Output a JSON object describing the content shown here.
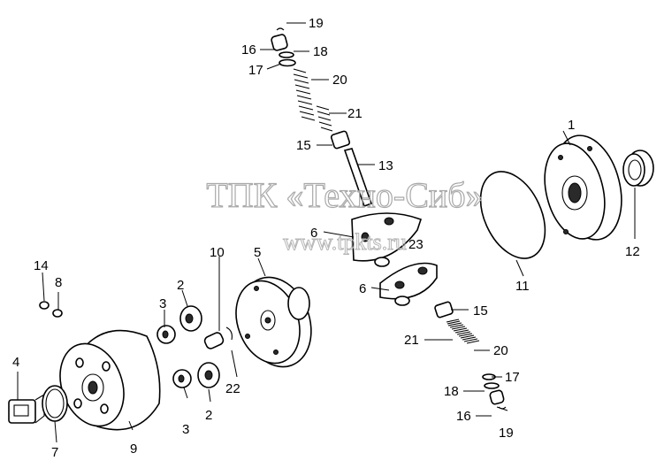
{
  "watermark": {
    "title": "ТПК «Техно-Сиб»",
    "url": "www.tpkts.ru"
  },
  "labels": [
    "1",
    "2",
    "2",
    "3",
    "3",
    "4",
    "5",
    "6",
    "6",
    "7",
    "8",
    "9",
    "10",
    "11",
    "12",
    "13",
    "14",
    "15",
    "15",
    "16",
    "16",
    "17",
    "17",
    "18",
    "18",
    "19",
    "19",
    "20",
    "20",
    "21",
    "21",
    "22",
    "23"
  ]
}
